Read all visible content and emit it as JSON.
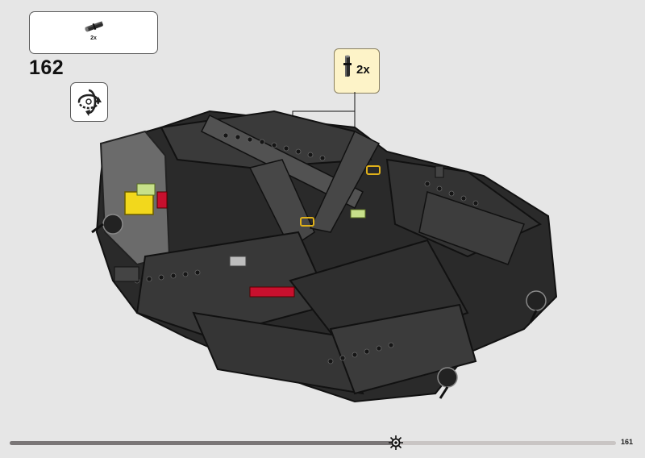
{
  "parts_needed": {
    "quantity": "2x",
    "part_icon": "axle-connector-icon"
  },
  "step": {
    "number": "162"
  },
  "rotate_indicator": {
    "icon": "rotate-model-icon"
  },
  "callout": {
    "quantity": "2x",
    "part_icon": "axle-connector-icon",
    "background": "#fdf3c8"
  },
  "model": {
    "icon": "technic-car-chassis-icon"
  },
  "footer": {
    "progress": 0.64,
    "progress_icon": "sun-progress-icon",
    "page_number": "161"
  }
}
